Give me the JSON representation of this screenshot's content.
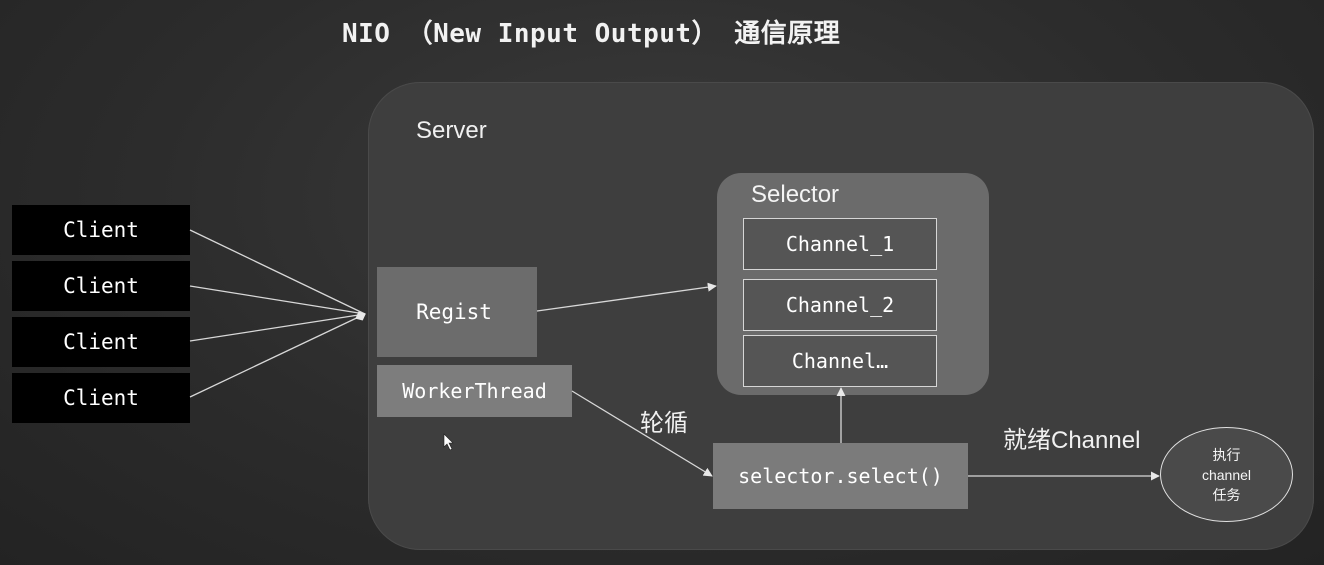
{
  "title": "NIO （New Input Output） 通信原理",
  "server": {
    "label": "Server"
  },
  "clients": [
    {
      "label": "Client"
    },
    {
      "label": "Client"
    },
    {
      "label": "Client"
    },
    {
      "label": "Client"
    }
  ],
  "regist": {
    "label": "Regist"
  },
  "worker_thread": {
    "label": "WorkerThread"
  },
  "selector": {
    "label": "Selector",
    "channels": [
      "Channel_1",
      "Channel_2",
      "Channel…"
    ]
  },
  "select_call": {
    "label": "selector.select()"
  },
  "labels": {
    "polling": "轮循",
    "ready_channel": "就绪Channel"
  },
  "task": {
    "lines": [
      "执行",
      "channel",
      "任务"
    ]
  }
}
